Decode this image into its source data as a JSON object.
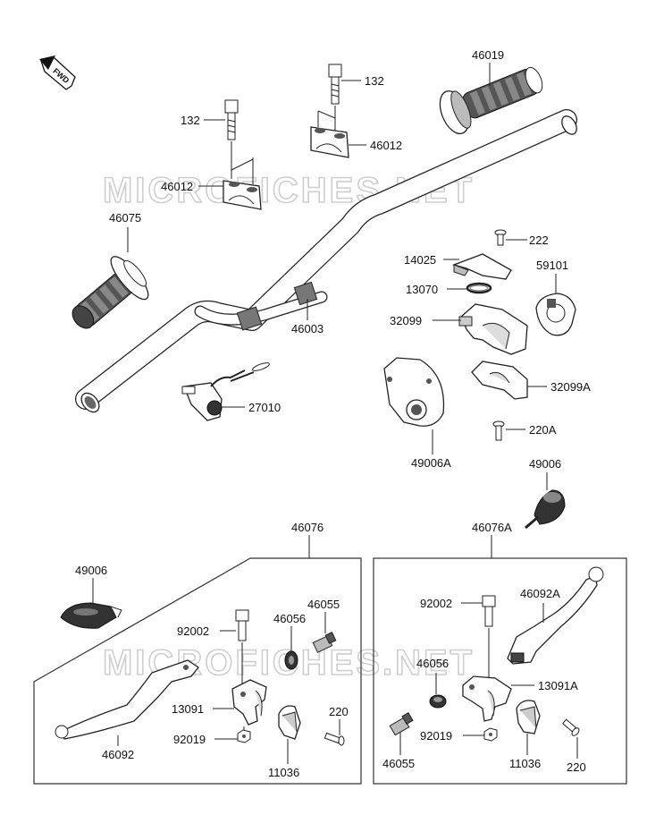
{
  "watermark": "MICROFICHES.NET",
  "fwd_label": "FWD",
  "labels": {
    "p46019": "46019",
    "p132a": "132",
    "p132b": "132",
    "p46012a": "46012",
    "p46012b": "46012",
    "p46075": "46075",
    "p46003": "46003",
    "p27010": "27010",
    "p222": "222",
    "p14025": "14025",
    "p59101": "59101",
    "p13070": "13070",
    "p32099": "32099",
    "p32099A": "32099A",
    "p49006A": "49006A",
    "p220A": "220A",
    "p49006r": "49006",
    "p46076A": "46076A",
    "p46076": "46076",
    "p49006l": "49006",
    "p92002l": "92002",
    "p46056l": "46056",
    "p46055l": "46055",
    "p13091": "13091",
    "p92019l": "92019",
    "p220l": "220",
    "p11036l": "11036",
    "p46092": "46092",
    "p92002r": "92002",
    "p46092A": "46092A",
    "p46056r": "46056",
    "p13091A": "13091A",
    "p92019r": "92019",
    "p46055r": "46055",
    "p11036r": "11036",
    "p220r": "220"
  }
}
